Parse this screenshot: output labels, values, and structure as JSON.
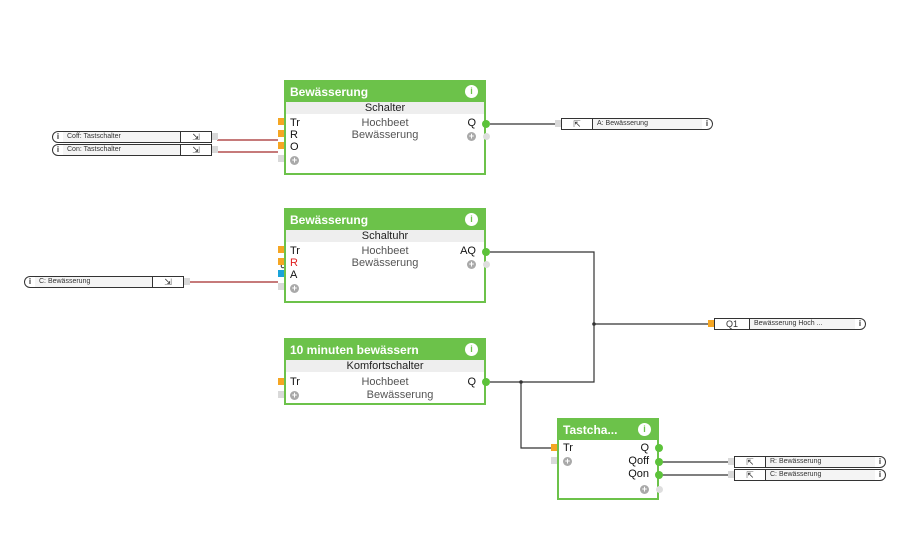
{
  "blocks": [
    {
      "title": "Bewässerung",
      "type": "Schalter",
      "center_lines": [
        "Hochbeet",
        "Bewässerung"
      ],
      "inputs": [
        "Tr",
        "R",
        "O"
      ],
      "outputs": [
        "Q"
      ]
    },
    {
      "title": "Bewässerung",
      "type": "Schaltuhr",
      "center_lines": [
        "Hochbeet",
        "Bewässerung"
      ],
      "inputs": [
        "Tr",
        "R",
        "A"
      ],
      "outputs": [
        "AQ"
      ]
    },
    {
      "title": "10 minuten bewässern",
      "type": "Komfortschalter",
      "center_lines": [
        "Hochbeet",
        "Bewässerung"
      ],
      "inputs": [
        "Tr"
      ],
      "outputs": [
        "Q"
      ]
    },
    {
      "title": "Tastcha...",
      "type": "",
      "center_lines": [],
      "inputs": [
        "Tr"
      ],
      "outputs": [
        "Q",
        "Qoff",
        "Qon"
      ]
    }
  ],
  "input_terminals": [
    {
      "label": "Coff: Tastschalter",
      "icon": "input-terminal-icon"
    },
    {
      "label": "Con: Tastschalter",
      "icon": "input-terminal-icon"
    },
    {
      "label": "C: Bewässerung",
      "icon": "input-terminal-icon"
    }
  ],
  "output_terminals": [
    {
      "label": "A: Bewässerung",
      "icon": "output-terminal-icon"
    },
    {
      "label": "Bewässerung Hoch ...",
      "tag": "Q1"
    },
    {
      "label": "R: Bewässerung",
      "icon": "output-terminal-icon"
    },
    {
      "label": "C: Bewässerung",
      "icon": "output-terminal-icon"
    }
  ],
  "info_glyph": "i",
  "plus_glyph": "+",
  "colors": {
    "block_green": "#6cc24a",
    "wire_red": "#a52a2a",
    "wire_dark": "#333333",
    "pin_orange": "#f5a623",
    "pin_blue": "#1aa3d9"
  }
}
